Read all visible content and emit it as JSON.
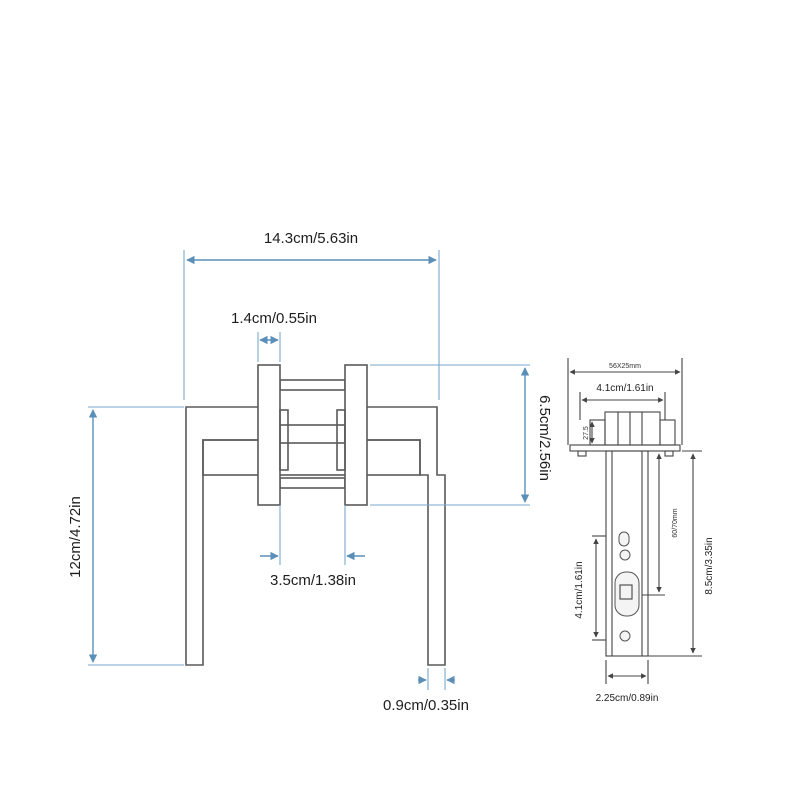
{
  "diagram": {
    "lever": {
      "overall_width": "14.3cm/5.63in",
      "rose_thickness": "1.4cm/0.55in",
      "rose_height": "6.5cm/2.56in",
      "handle_length": "12cm/4.72in",
      "rose_gap": "3.5cm/1.38in",
      "handle_thickness": "0.9cm/0.35in"
    },
    "latch": {
      "faceplate_size": "56X25mm",
      "faceplate_width": "4.1cm/1.61in",
      "faceplate_depth": "27.5",
      "backset": "60/70mm",
      "latch_length": "8.5cm/3.35in",
      "hole_spacing": "4.1cm/1.61in",
      "plate_width": "2.25cm/0.89in"
    }
  },
  "colors": {
    "dimension_line": "#5b8fb8",
    "part_outline": "#5a5a5a"
  }
}
